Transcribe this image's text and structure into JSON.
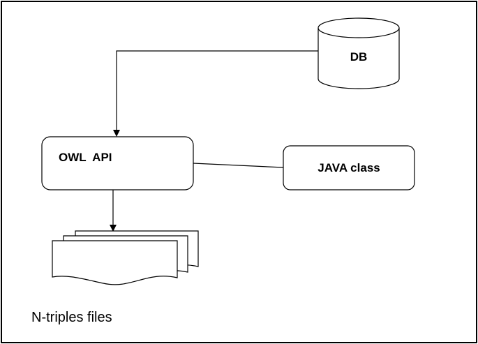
{
  "nodes": {
    "db": {
      "label": "DB"
    },
    "owl_api": {
      "label": "OWL  API"
    },
    "java_class": {
      "label": "JAVA class"
    },
    "ntriples": {
      "label": "N-triples files"
    }
  },
  "colors": {
    "stroke": "#000000",
    "fill": "#ffffff",
    "text": "#000000"
  }
}
